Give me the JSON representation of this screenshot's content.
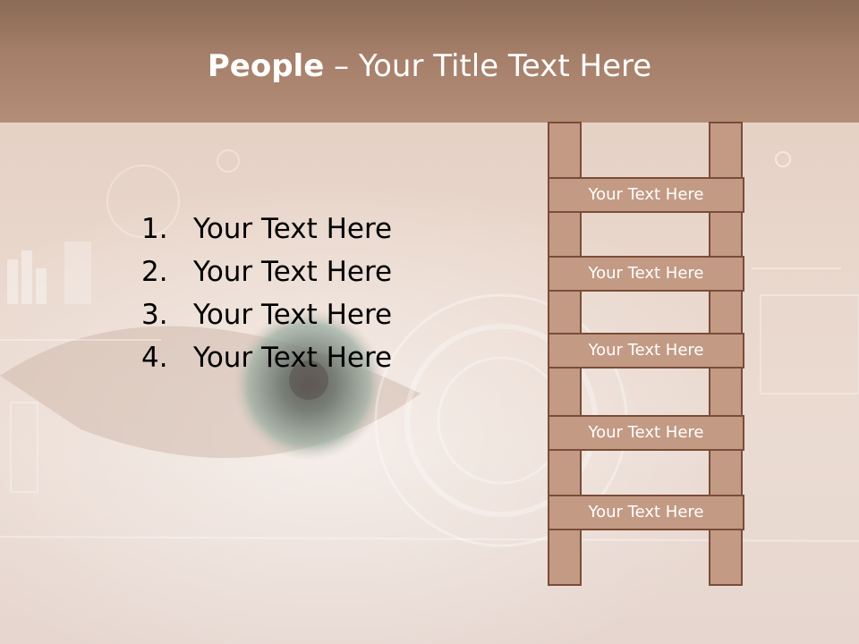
{
  "title": {
    "bold": "People",
    "rest": " – Your Title Text Here"
  },
  "bullets": [
    {
      "num": "1.",
      "text": "Your Text Here"
    },
    {
      "num": "2.",
      "text": "Your Text Here"
    },
    {
      "num": "3.",
      "text": "Your Text Here"
    },
    {
      "num": "4.",
      "text": "Your Text Here"
    }
  ],
  "ladder": {
    "rungs": [
      "Your Text Here",
      "Your Text Here",
      "Your Text Here",
      "Your Text Here",
      "Your Text Here"
    ]
  },
  "colors": {
    "title_bar": "#a57f69",
    "ladder_fill": "#c39a84",
    "ladder_border": "#7a4c39"
  }
}
